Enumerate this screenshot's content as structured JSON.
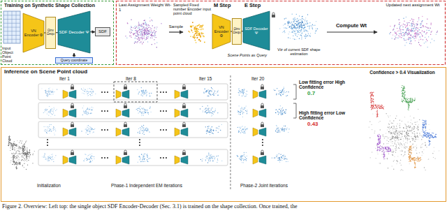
{
  "diagram": {
    "caption": "Figure 2. Overview: Left top: the single object SDF Encoder-Decoder (Sec. 3.1) is trained on the shape collection. Once trained, the",
    "nodes": [
      {
        "text": [
          "Training on Synthetic Shape Collection"
        ]
      },
      {
        "text": [
          "VN Encoder Φ"
        ],
        "in": 0
      },
      {
        "text": [
          "Ωinv",
          "Ωequ"
        ],
        "in": 0
      },
      {
        "text": [
          "SDF Decoder Ψ"
        ],
        "in": 0
      },
      {
        "text": [
          "SDF"
        ],
        "in": 0
      },
      {
        "text": [
          "Query coordinate"
        ],
        "in": 0
      },
      {
        "text": [
          "VN Encoder Φ"
        ]
      },
      {
        "text": [
          "Ωinv",
          "Ωequ"
        ]
      },
      {
        "text": [
          "SDF Decoder Ψ"
        ]
      },
      {
        "text": [
          "Inference on Scene Point cloud"
        ]
      }
    ],
    "edges": [
      {
        "from": 1,
        "to": 2,
        "arrow": "none"
      },
      {
        "from": 2,
        "to": 3,
        "arrow": "none"
      },
      {
        "from": 5,
        "to": 3,
        "arrow": "to"
      },
      {
        "from": 3,
        "to": 4,
        "arrow": "to"
      },
      {
        "from": 6,
        "to": 7,
        "arrow": "none"
      },
      {
        "from": 7,
        "to": 8,
        "arrow": "none"
      }
    ],
    "labels": [
      "Input Object Point Cloud",
      "Last Assignment Weight Wt-1",
      "Sample",
      "Sampled Fixed number Encoder input point cloud",
      "M Step",
      "E Step",
      "Scene Points as Query",
      "Viz of current SDF shape estimation",
      "Compute Wt",
      "Updated next assignment Wt",
      "Iter 1",
      "Iter 8",
      "Iter 15",
      "Iter 20",
      "Initialization",
      "Phase-1 Independent EM iterations",
      "Phase-2 Joint iterations",
      "Low fitting error High Confidence",
      "0.7",
      "High fitting error Low Confidence",
      "0.43",
      "Confidence > 0.4 Visualization"
    ]
  }
}
